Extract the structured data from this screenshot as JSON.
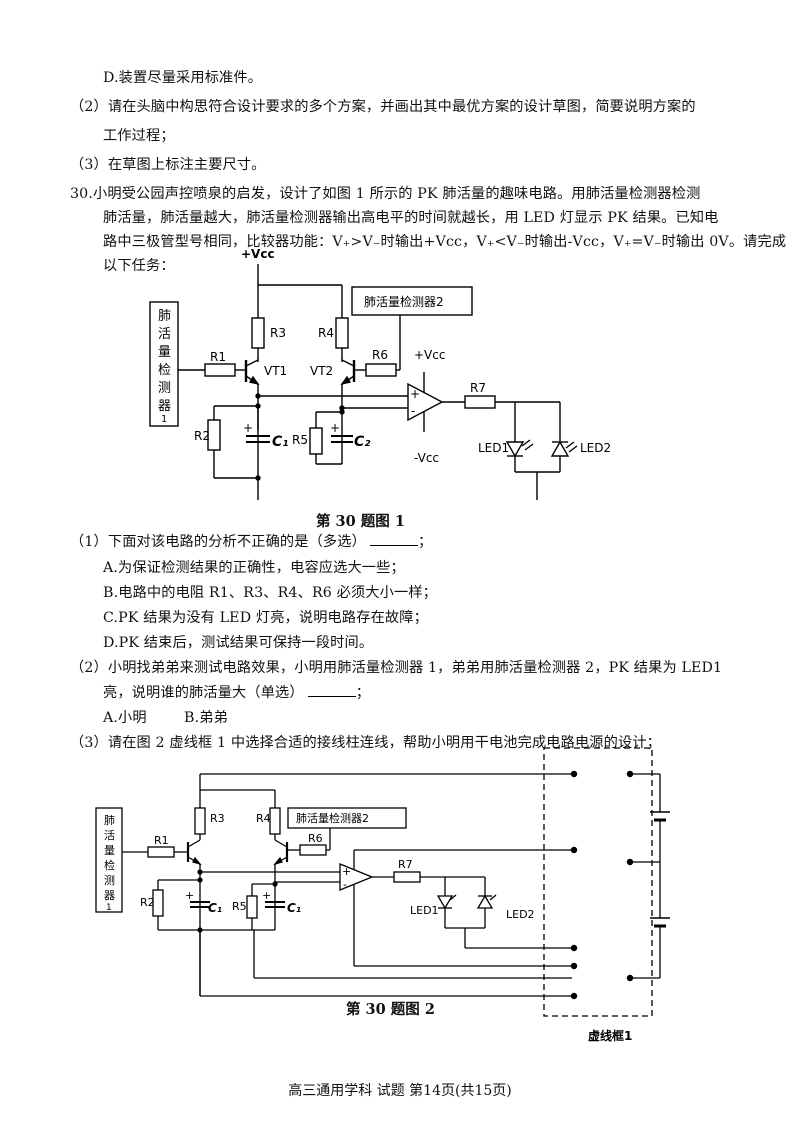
{
  "intro": {
    "d": "D.装置尽量采用标准件。",
    "q2a": "（2）请在头脑中构思符合设计要求的多个方案，并画出其中最优方案的设计草图，简要说明方案的",
    "q2b": "工作过程；",
    "q3": "（3）在草图上标注主要尺寸。"
  },
  "q30": {
    "line1": "30.小明受公园声控喷泉的启发，设计了如图 1 所示的 PK 肺活量的趣味电路。用肺活量检测器检测",
    "line2": "肺活量，肺活量越大，肺活量检测器输出高电平的时间就越长，用 LED 灯显示 PK 结果。已知电",
    "line3": "路中三极管型号相同，比较器功能：V₊>V₋时输出+Vcc，V₊<V₋时输出-Vcc，V₊=V₋时输出 0V。请完成",
    "line4": "以下任务："
  },
  "fig1": {
    "caption": "第 30 题图 1",
    "vcc_top": "+Vcc",
    "detector1": "肺活量检测器1",
    "detector2": "肺活量检测器2",
    "r1": "R1",
    "r2": "R2",
    "r3": "R3",
    "r4": "R4",
    "r5": "R5",
    "r6": "R6",
    "r7": "R7",
    "vt1": "VT1",
    "vt2": "VT2",
    "c1": "C₁",
    "c2": "C₂",
    "vcc_pos": "+Vcc",
    "vcc_neg": "-Vcc",
    "plus": "+",
    "minus": "-",
    "led1": "LED1",
    "led2": "LED2"
  },
  "sub1": {
    "q": "（1）下面对该电路的分析不正确的是（多选）",
    "a": "A.为保证检测结果的正确性，电容应选大一些；",
    "b": "B.电路中的电阻 R1、R3、R4、R6 必须大小一样；",
    "c": "C.PK 结果为没有 LED 灯亮，说明电路存在故障；",
    "d": "D.PK 结束后，测试结果可保持一段时间。"
  },
  "sub2": {
    "q1": "（2）小明找弟弟来测试电路效果，小明用肺活量检测器 1，弟弟用肺活量检测器 2，PK 结果为 LED1",
    "q2": "亮，说明谁的肺活量大（单选）",
    "opts": "A.小明        B.弟弟"
  },
  "sub3": {
    "q": "（3）请在图 2 虚线框 1 中选择合适的接线柱连线，帮助小明用干电池完成电路电源的设计；"
  },
  "fig2": {
    "caption": "第 30 题图 2",
    "detector1": "肺活量检测器1",
    "detector2": "肺活量检测器2",
    "r1": "R1",
    "r2": "R2",
    "r3": "R3",
    "r4": "R4",
    "r5": "R5",
    "r6": "R6",
    "r7": "R7",
    "c1a": "C₁",
    "c1b": "C₁",
    "plus": "+",
    "minus": "-",
    "led1": "LED1",
    "led2": "LED2",
    "box_label": "虚线框1"
  },
  "footer": "高三通用学科 试题 第14页(共15页)"
}
